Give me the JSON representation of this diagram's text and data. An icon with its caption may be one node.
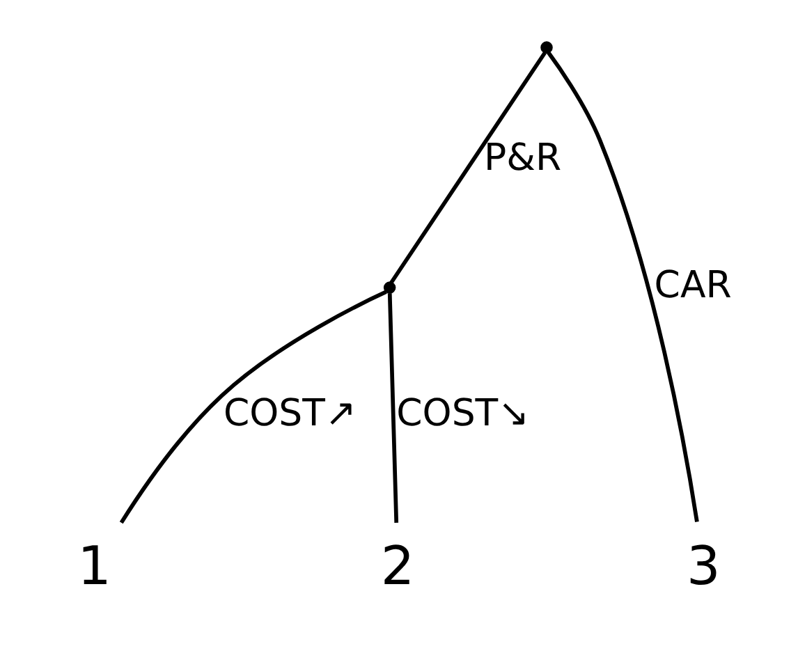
{
  "diagram": {
    "nodes": [
      {
        "text": [],
        "shape": "point"
      },
      {
        "text": [],
        "shape": "point"
      },
      {
        "text": [
          "1"
        ]
      },
      {
        "text": [
          "2"
        ]
      },
      {
        "text": [
          "3"
        ]
      }
    ],
    "edges": [
      {
        "from": 0,
        "to": 1,
        "arrow": "none",
        "label": "P&R"
      },
      {
        "from": 0,
        "to": 4,
        "arrow": "none",
        "label": "CAR"
      },
      {
        "from": 1,
        "to": 2,
        "arrow": "none",
        "label": "COST↗"
      },
      {
        "from": 1,
        "to": 3,
        "arrow": "none",
        "label": "COST↘"
      }
    ]
  }
}
